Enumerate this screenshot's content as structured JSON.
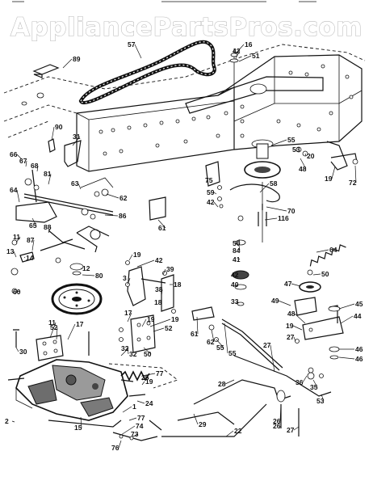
{
  "watermark": "AppliancePartsPros.com",
  "callouts": [
    "89",
    "57",
    "16",
    "42",
    "51",
    "90",
    "31",
    "66",
    "67",
    "68",
    "81",
    "64",
    "63",
    "62",
    "86",
    "65",
    "11",
    "88",
    "87",
    "13",
    "14",
    "12",
    "80",
    "60",
    "3",
    "11",
    "17",
    "52",
    "30",
    "32",
    "77",
    "25",
    "19",
    "24",
    "2",
    "15",
    "1",
    "77",
    "74",
    "73",
    "76",
    "75",
    "59",
    "42",
    "61",
    "58",
    "55",
    "53",
    "48",
    "20",
    "19",
    "72",
    "70",
    "116",
    "56",
    "84",
    "41",
    "42",
    "40",
    "33",
    "42",
    "39",
    "19",
    "18",
    "38",
    "18",
    "17",
    "19",
    "19",
    "32",
    "50",
    "52",
    "61",
    "62",
    "55",
    "55",
    "64",
    "28",
    "27",
    "29",
    "22",
    "26",
    "27",
    "53",
    "36",
    "35",
    "26",
    "50",
    "47",
    "49",
    "45",
    "44",
    "48",
    "19",
    "27",
    "46",
    "46"
  ]
}
